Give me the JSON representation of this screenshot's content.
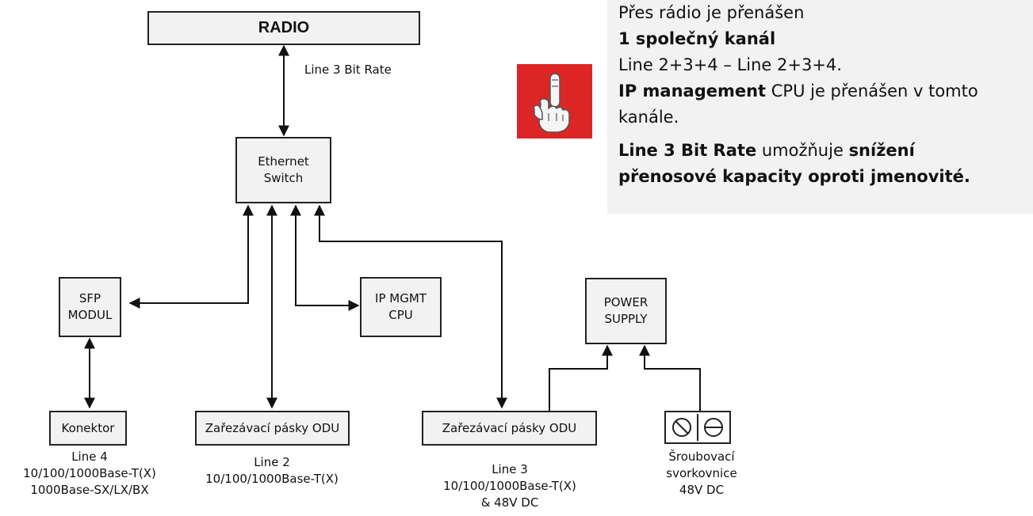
{
  "boxes": {
    "radio": "RADIO",
    "switch": [
      "Ethernet",
      "Switch"
    ],
    "sfp": [
      "SFP",
      "MODUL"
    ],
    "ipmgmt": [
      "IP MGMT",
      "CPU"
    ],
    "power": [
      "POWER",
      "SUPPLY"
    ],
    "konektor": "Konektor",
    "odu_line2": "Zařezávací pásky ODU",
    "odu_line3": "Zařezávací pásky ODU"
  },
  "labels": {
    "line3_bitrate": "Line 3 Bit Rate",
    "line4": [
      "Line 4",
      "10/100/1000Base-T(X)",
      "1000Base-SX/LX/BX"
    ],
    "line2": [
      "Line 2",
      "10/100/1000Base-T(X)"
    ],
    "line3": [
      "Line 3",
      "10/100/1000Base-T(X)",
      "& 48V DC"
    ],
    "terminal": [
      "Šroubovací",
      "svorkovnice",
      "48V DC"
    ]
  },
  "note": {
    "l1": "Přes rádio je přenášen",
    "l2": "1 společný kanál",
    "l3": "Line 2+3+4 – Line 2+3+4.",
    "l4_bold": "IP management",
    "l4_rest": " CPU je přenášen v tomto",
    "l5": "kanále.",
    "l6_bold": "Line 3 Bit Rate",
    "l6_rest": " umožňuje ",
    "l6_bold2": "snížení",
    "l7": "přenosové kapacity oproti jmenovité."
  },
  "icons": {
    "pointing_hand": "pointing-finger-icon",
    "terminal_block": "screw-terminal-icon"
  },
  "colors": {
    "box_fill": "#f2f2f2",
    "note_fill": "#f2f2f2",
    "accent_red": "#dc2626",
    "line": "#111111"
  }
}
